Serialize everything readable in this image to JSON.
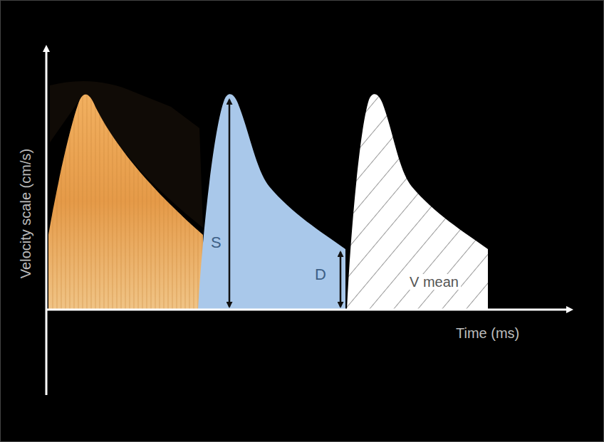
{
  "diagram": {
    "labels": [
      "Velocity scale (cm/s)",
      "Time (ms)",
      "S",
      "D",
      "V mean"
    ]
  }
}
